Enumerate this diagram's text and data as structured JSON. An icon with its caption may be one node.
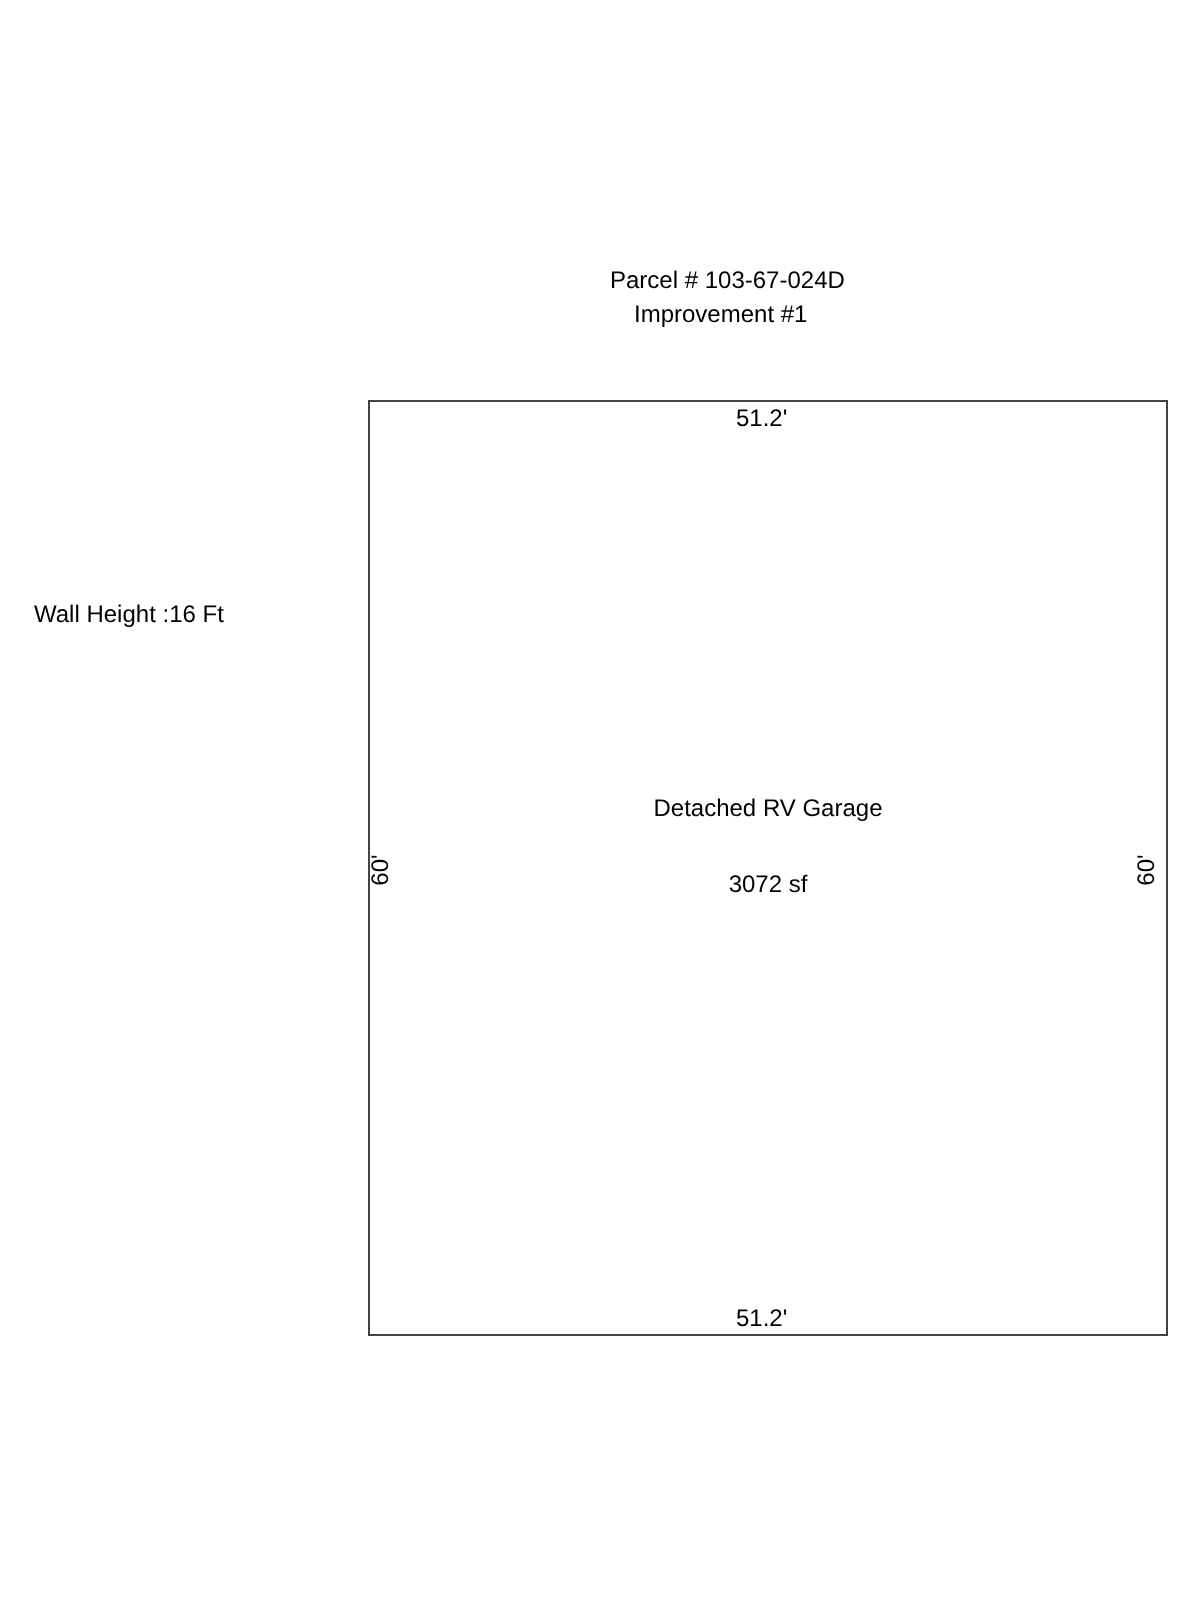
{
  "diagram": {
    "title": "Parcel # 103-67-024D",
    "nodes": [
      {
        "text": [
          "Detached RV Garage",
          "3072 sf"
        ]
      }
    ],
    "labels": [
      "Improvement #1",
      "Wall Height :16 Ft",
      "51.2'",
      "60'",
      "60'",
      "51.2'"
    ]
  }
}
